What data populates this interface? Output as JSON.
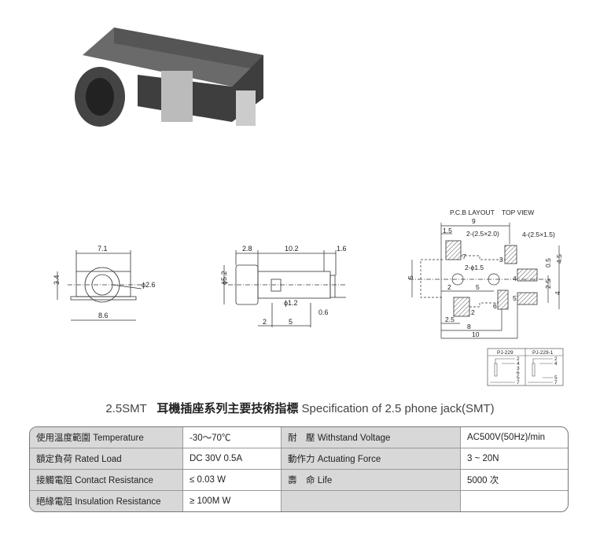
{
  "front_view": {
    "width_top": "7.1",
    "height": "3.4",
    "bore": "ϕ2.6",
    "width_bottom": "8.6"
  },
  "side_view": {
    "cap_len": "2.8",
    "body_len": "10.2",
    "tail_len": "1.6",
    "diameter": "ϕ5.2",
    "peg": "ϕ1.2",
    "offset": "0.6",
    "pitch_a": "2",
    "pitch_b": "5"
  },
  "pcb_layout": {
    "title": "P.C.B LAYOUT",
    "subtitle": "TOP VIEW",
    "dim_9": "9",
    "dim_1_5": "1.5",
    "pad_big": "2-(2.5×2.0)",
    "pad_small": "4-(2.5×1.5)",
    "holes": "2-ϕ1.5",
    "dim_5v": "5",
    "dim_2": "2",
    "dim_5h": "5",
    "dim_2_5": "2.5",
    "dim_8": "8",
    "dim_10": "10",
    "dim_0_5": "0.5",
    "dim_4_5": "4.5",
    "dim_2_5v": "2.5",
    "dim_4": "4",
    "pins": [
      "7",
      "3",
      "4",
      "5",
      "6",
      "2"
    ]
  },
  "schematic": {
    "models": [
      "PJ-229",
      "PJ-229-1"
    ],
    "pins_a": [
      "2",
      "4",
      "3",
      "6",
      "5",
      "7"
    ],
    "pins_b": [
      "2",
      "4",
      "5",
      "7"
    ]
  },
  "heading": {
    "model": "2.5SMT",
    "cn": "耳機插座系列主要技術指標",
    "en": "Specification of 2.5 phone jack(SMT)"
  },
  "spec_table": [
    [
      "使用溫度範圍 Temperature",
      "-30～70℃",
      "耐　壓 Withstand Voltage",
      "AC500V(50Hz)/min"
    ],
    [
      "額定負荷 Rated Load",
      "DC 30V 0.5A",
      "動作力 Actuating Force",
      "3 ~ 20N"
    ],
    [
      "接觸電阻 Contact Resistance",
      "≤ 0.03 W",
      "壽　命 Life",
      "5000 次"
    ],
    [
      "絕緣電阻 Insulation Resistance",
      "≥ 100M W",
      "",
      ""
    ]
  ]
}
